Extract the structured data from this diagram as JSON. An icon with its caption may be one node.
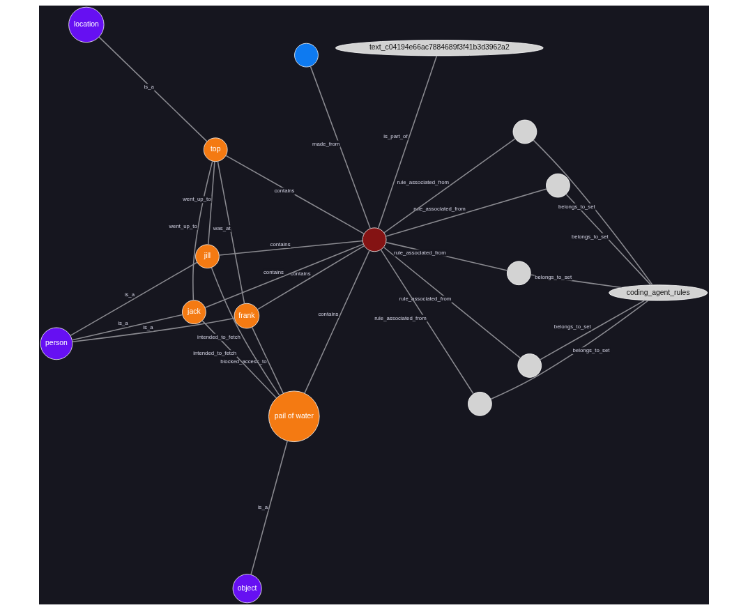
{
  "diagram": {
    "nodes": [
      {
        "text": [
          "person"
        ]
      },
      {
        "text": [
          "location"
        ]
      },
      {
        "text": [
          "frank"
        ]
      },
      {
        "text": [
          "top"
        ]
      },
      {
        "text": [],
        "shape": "circle"
      },
      {
        "text": [],
        "shape": "circle"
      },
      {
        "text": [
          "jack"
        ]
      },
      {
        "text": [
          "coding_agent_rules"
        ]
      },
      {
        "text": [
          "jill"
        ]
      },
      {
        "text": [],
        "shape": "circle"
      },
      {
        "text": [],
        "shape": "circle"
      },
      {
        "text": [],
        "shape": "circle"
      },
      {
        "text": [
          "pail of water"
        ]
      },
      {
        "text": [
          "text_c04194e66ac7884689f3f41b3d3962a2"
        ]
      },
      {
        "text": [],
        "shape": "circle"
      },
      {
        "text": [],
        "shape": "circle"
      },
      {
        "text": [
          "object"
        ]
      }
    ],
    "edges": [
      {
        "from": 2,
        "to": 0,
        "arrow": "none",
        "label": "is_a"
      },
      {
        "from": 6,
        "to": 0,
        "arrow": "none",
        "label": "is_a"
      },
      {
        "from": 8,
        "to": 0,
        "arrow": "none",
        "label": "is_a"
      },
      {
        "from": 3,
        "to": 1,
        "arrow": "none",
        "label": "is_a"
      },
      {
        "from": 2,
        "to": 3,
        "arrow": "none",
        "label": "was_at"
      },
      {
        "from": 6,
        "to": 3,
        "arrow": "none",
        "label": "went_up_to"
      },
      {
        "from": 8,
        "to": 3,
        "arrow": "none",
        "label": "went_up_to"
      },
      {
        "from": 2,
        "to": 12,
        "arrow": "none",
        "label": "blocked_access_to"
      },
      {
        "from": 6,
        "to": 12,
        "arrow": "none",
        "label": "intended_to_fetch"
      },
      {
        "from": 8,
        "to": 12,
        "arrow": "none",
        "label": "intended_to_fetch"
      },
      {
        "from": 11,
        "to": 2,
        "arrow": "none",
        "label": "contains"
      },
      {
        "from": 11,
        "to": 6,
        "arrow": "none",
        "label": "contains"
      },
      {
        "from": 11,
        "to": 3,
        "arrow": "none",
        "label": "contains"
      },
      {
        "from": 11,
        "to": 8,
        "arrow": "none",
        "label": "contains"
      },
      {
        "from": 11,
        "to": 12,
        "arrow": "none",
        "label": "contains"
      },
      {
        "from": 11,
        "to": 5,
        "arrow": "none",
        "label": "made_from"
      },
      {
        "from": 12,
        "to": 16,
        "arrow": "none",
        "label": "is_a"
      },
      {
        "from": 4,
        "to": 7,
        "arrow": "none",
        "label": "belongs_to_set"
      },
      {
        "from": 9,
        "to": 7,
        "arrow": "none",
        "label": "belongs_to_set"
      },
      {
        "from": 10,
        "to": 7,
        "arrow": "none",
        "label": "belongs_to_set"
      },
      {
        "from": 14,
        "to": 7,
        "arrow": "none",
        "label": "belongs_to_set"
      },
      {
        "from": 15,
        "to": 7,
        "arrow": "none",
        "label": "belongs_to_set"
      },
      {
        "from": 4,
        "to": 11,
        "arrow": "none",
        "label": "rule_associated_from"
      },
      {
        "from": 9,
        "to": 11,
        "arrow": "none",
        "label": "rule_associated_from"
      },
      {
        "from": 10,
        "to": 11,
        "arrow": "none",
        "label": "rule_associated_from"
      },
      {
        "from": 14,
        "to": 11,
        "arrow": "none",
        "label": "rule_associated_from"
      },
      {
        "from": 15,
        "to": 11,
        "arrow": "none",
        "label": "rule_associated_from"
      },
      {
        "from": 13,
        "to": 11,
        "arrow": "none",
        "label": "is_part_of"
      }
    ]
  }
}
